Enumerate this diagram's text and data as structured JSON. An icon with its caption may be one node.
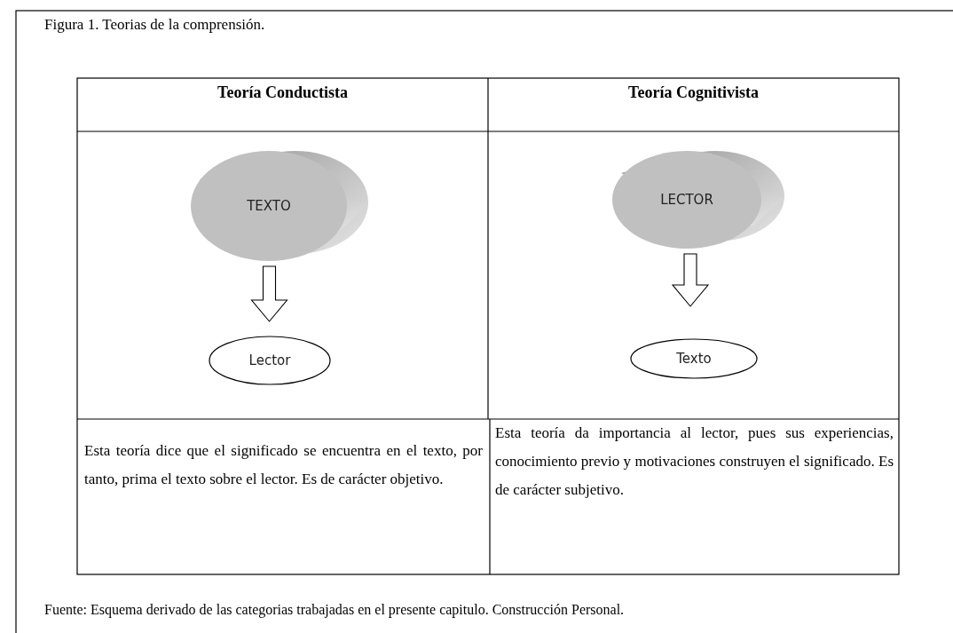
{
  "diagram": {
    "title": "Figura 1. Teorias de la comprensión.",
    "caption": "Fuente: Esquema derivado de las categorias trabajadas en el presente capitulo. Construcción Personal.",
    "nodes": [
      {
        "text": [
          "TEXTO"
        ]
      },
      {
        "text": [
          "Lector"
        ]
      },
      {
        "text": [
          "LECTOR"
        ]
      },
      {
        "text": [
          "Texto"
        ]
      }
    ],
    "edges": [
      {
        "from": 0,
        "to": 1,
        "arrow": "to"
      },
      {
        "from": 2,
        "to": 3,
        "arrow": "to"
      }
    ],
    "labels": [
      "Teoría Conductista",
      "Teoría Cognitivista",
      "Esta teoría dice que el significado se encuentra en el texto, por tanto, prima el texto sobre el lector. Es de carácter objetivo.",
      "Esta teoría da importancia al lector, pues sus experiencias, conocimiento previo y motivaciones construyen el significado. Es de carácter subjetivo."
    ]
  }
}
